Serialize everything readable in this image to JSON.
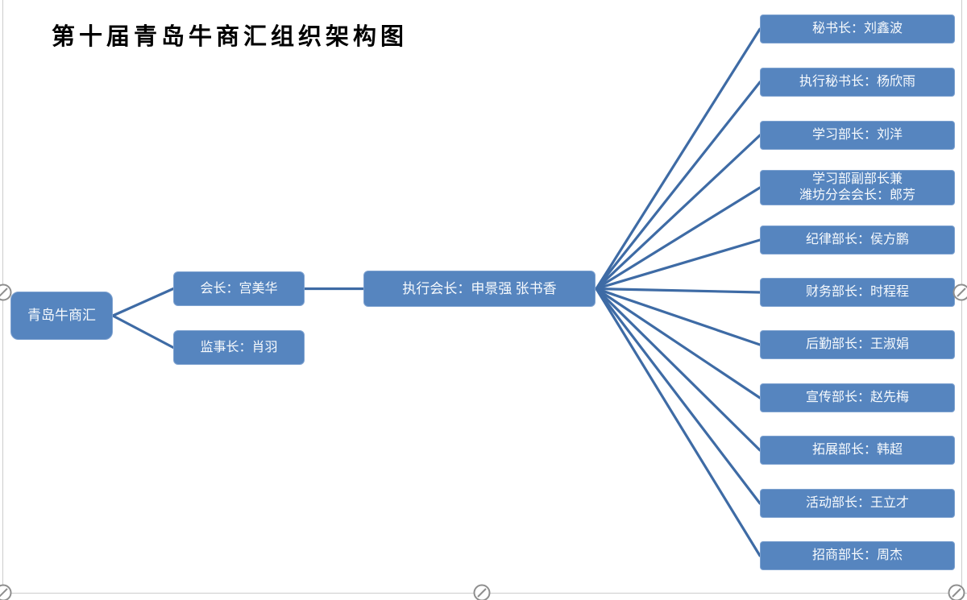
{
  "title": "第十届青岛牛商汇组织架构图",
  "colors": {
    "node_fill": "#5685bf",
    "node_border": "#7ea2d0",
    "node_text": "#f7fafd",
    "connector": "#3e6ba5",
    "selection_border": "#cccccc",
    "handle_stroke": "#8e8e8e",
    "title_text": "#000000",
    "background": "#ffffff"
  },
  "tree": {
    "root": {
      "label": "青岛牛商汇"
    },
    "level2": [
      {
        "label": "会长：宫美华"
      },
      {
        "label": "监事长：肖羽"
      }
    ],
    "level3": {
      "label": "执行会长：申景强 张书香"
    },
    "departments": [
      {
        "label": "秘书长：刘鑫波"
      },
      {
        "label": "执行秘书长：杨欣雨"
      },
      {
        "label": "学习部长：刘洋"
      },
      {
        "label": "学习部副部长兼\n潍坊分会会长：郎芳"
      },
      {
        "label": "纪律部长：侯方鹏"
      },
      {
        "label": "财务部长：时程程"
      },
      {
        "label": "后勤部长：王淑娟"
      },
      {
        "label": "宣传部长：赵先梅"
      },
      {
        "label": "拓展部长：韩超"
      },
      {
        "label": "活动部长：王立才"
      },
      {
        "label": "招商部长：周杰"
      }
    ]
  },
  "editor": {
    "handle_icon": "circle-slash"
  }
}
